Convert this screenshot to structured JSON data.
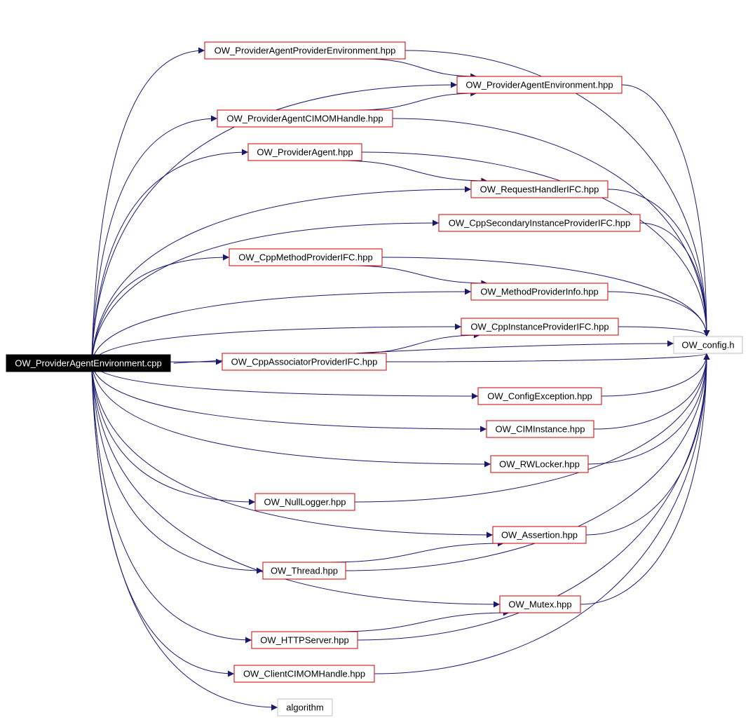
{
  "colors": {
    "edge": "#191970",
    "node_border": "#cc0000",
    "root_fill": "#000000",
    "root_text": "#ffffff",
    "external_border": "#c0c0c0",
    "text": "#000000"
  },
  "nodes": [
    {
      "id": "root",
      "label": "OW_ProviderAgentEnvironment.cpp",
      "kind": "root"
    },
    {
      "id": "papeh",
      "label": "OW_ProviderAgentProviderEnvironment.hpp",
      "kind": "header"
    },
    {
      "id": "paeh",
      "label": "OW_ProviderAgentEnvironment.hpp",
      "kind": "header"
    },
    {
      "id": "pach",
      "label": "OW_ProviderAgentCIMOMHandle.hpp",
      "kind": "header"
    },
    {
      "id": "pa",
      "label": "OW_ProviderAgent.hpp",
      "kind": "header"
    },
    {
      "id": "rh",
      "label": "OW_RequestHandlerIFC.hpp",
      "kind": "header"
    },
    {
      "id": "csip",
      "label": "OW_CppSecondaryInstanceProviderIFC.hpp",
      "kind": "header"
    },
    {
      "id": "cmp",
      "label": "OW_CppMethodProviderIFC.hpp",
      "kind": "header"
    },
    {
      "id": "mpi",
      "label": "OW_MethodProviderInfo.hpp",
      "kind": "header"
    },
    {
      "id": "cip",
      "label": "OW_CppInstanceProviderIFC.hpp",
      "kind": "header"
    },
    {
      "id": "cfg",
      "label": "OW_config.h",
      "kind": "external"
    },
    {
      "id": "cap",
      "label": "OW_CppAssociatorProviderIFC.hpp",
      "kind": "header"
    },
    {
      "id": "ce",
      "label": "OW_ConfigException.hpp",
      "kind": "header"
    },
    {
      "id": "ci",
      "label": "OW_CIMInstance.hpp",
      "kind": "header"
    },
    {
      "id": "rw",
      "label": "OW_RWLocker.hpp",
      "kind": "header"
    },
    {
      "id": "nl",
      "label": "OW_NullLogger.hpp",
      "kind": "header"
    },
    {
      "id": "as",
      "label": "OW_Assertion.hpp",
      "kind": "header"
    },
    {
      "id": "th",
      "label": "OW_Thread.hpp",
      "kind": "header"
    },
    {
      "id": "mu",
      "label": "OW_Mutex.hpp",
      "kind": "header"
    },
    {
      "id": "hs",
      "label": "OW_HTTPServer.hpp",
      "kind": "header"
    },
    {
      "id": "cch",
      "label": "OW_ClientCIMOMHandle.hpp",
      "kind": "header"
    },
    {
      "id": "alg",
      "label": "algorithm",
      "kind": "external"
    }
  ],
  "edges": [
    [
      "root",
      "papeh"
    ],
    [
      "root",
      "paeh"
    ],
    [
      "root",
      "pach"
    ],
    [
      "root",
      "pa"
    ],
    [
      "root",
      "rh"
    ],
    [
      "root",
      "csip"
    ],
    [
      "root",
      "cmp"
    ],
    [
      "root",
      "mpi"
    ],
    [
      "root",
      "cip"
    ],
    [
      "root",
      "cap"
    ],
    [
      "root",
      "ce"
    ],
    [
      "root",
      "ci"
    ],
    [
      "root",
      "rw"
    ],
    [
      "root",
      "nl"
    ],
    [
      "root",
      "as"
    ],
    [
      "root",
      "th"
    ],
    [
      "root",
      "mu"
    ],
    [
      "root",
      "hs"
    ],
    [
      "root",
      "cch"
    ],
    [
      "root",
      "alg"
    ],
    [
      "root",
      "cfg"
    ],
    [
      "papeh",
      "paeh"
    ],
    [
      "papeh",
      "cfg"
    ],
    [
      "paeh",
      "cfg"
    ],
    [
      "pach",
      "paeh"
    ],
    [
      "pach",
      "cfg"
    ],
    [
      "pa",
      "rh"
    ],
    [
      "pa",
      "cfg"
    ],
    [
      "rh",
      "cfg"
    ],
    [
      "csip",
      "cfg"
    ],
    [
      "cmp",
      "mpi"
    ],
    [
      "cmp",
      "cfg"
    ],
    [
      "mpi",
      "cfg"
    ],
    [
      "cip",
      "cfg"
    ],
    [
      "cap",
      "cip"
    ],
    [
      "cap",
      "cfg"
    ],
    [
      "ce",
      "cfg"
    ],
    [
      "ci",
      "cfg"
    ],
    [
      "rw",
      "cfg"
    ],
    [
      "nl",
      "cfg"
    ],
    [
      "as",
      "cfg"
    ],
    [
      "th",
      "as"
    ],
    [
      "th",
      "cfg"
    ],
    [
      "mu",
      "cfg"
    ],
    [
      "hs",
      "mu"
    ],
    [
      "hs",
      "cfg"
    ],
    [
      "cch",
      "cfg"
    ]
  ]
}
